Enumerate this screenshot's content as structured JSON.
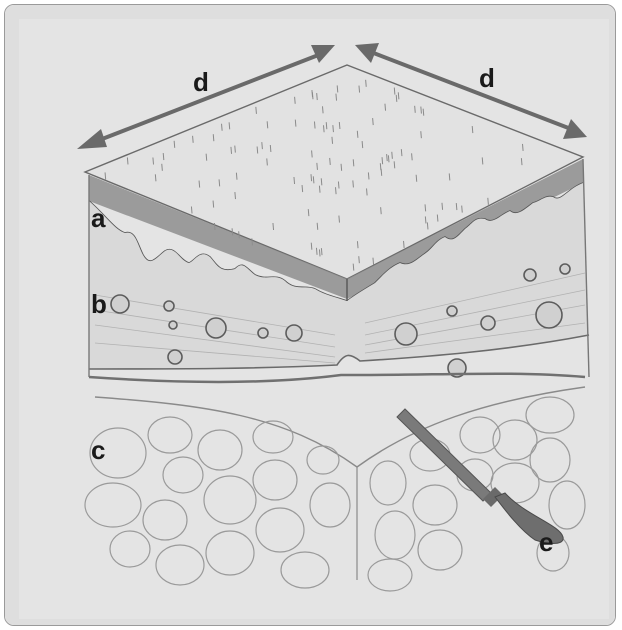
{
  "figure": {
    "labels": {
      "a": "a",
      "b": "b",
      "c": "c",
      "d_left": "d",
      "d_right": "d",
      "e": "e"
    }
  }
}
